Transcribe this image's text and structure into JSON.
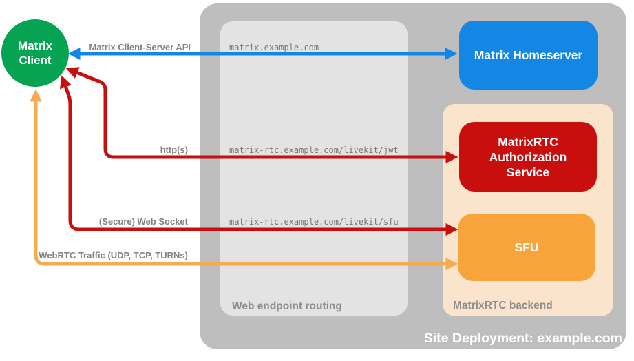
{
  "diagram": {
    "site": {
      "label": "Site Deployment: example.com"
    },
    "nodes": {
      "client": {
        "label": "Matrix\nClient"
      },
      "homeserver": {
        "label": "Matrix Homeserver"
      },
      "auth_service": {
        "label": "MatrixRTC\nAuthorization\nService"
      },
      "sfu": {
        "label": "SFU"
      }
    },
    "zones": {
      "routing": {
        "label": "Web endpoint routing"
      },
      "backend": {
        "label": "MatrixRTC backend"
      }
    },
    "endpoints": {
      "homeserver": "matrix.example.com",
      "jwt": "matrix-rtc.example.com/livekit/jwt",
      "sfu": "matrix-rtc.example.com/livekit/sfu"
    },
    "connections": {
      "client_server_api": "Matrix Client-Server API",
      "https": "http(s)",
      "websocket": "(Secure) Web Socket",
      "webrtc": "WebRTC Traffic (UDP, TCP, TURNs)"
    },
    "colors": {
      "client_green": "#05a352",
      "homeserver_blue": "#1486e4",
      "auth_red": "#c90e0e",
      "sfu_orange": "#f9a43b",
      "arrow_orange": "#f5ab54",
      "backend_peach": "#fbe4cc",
      "site_gray": "#bebebe",
      "routing_gray": "#e3e3e3",
      "label_gray": "#828282"
    }
  }
}
